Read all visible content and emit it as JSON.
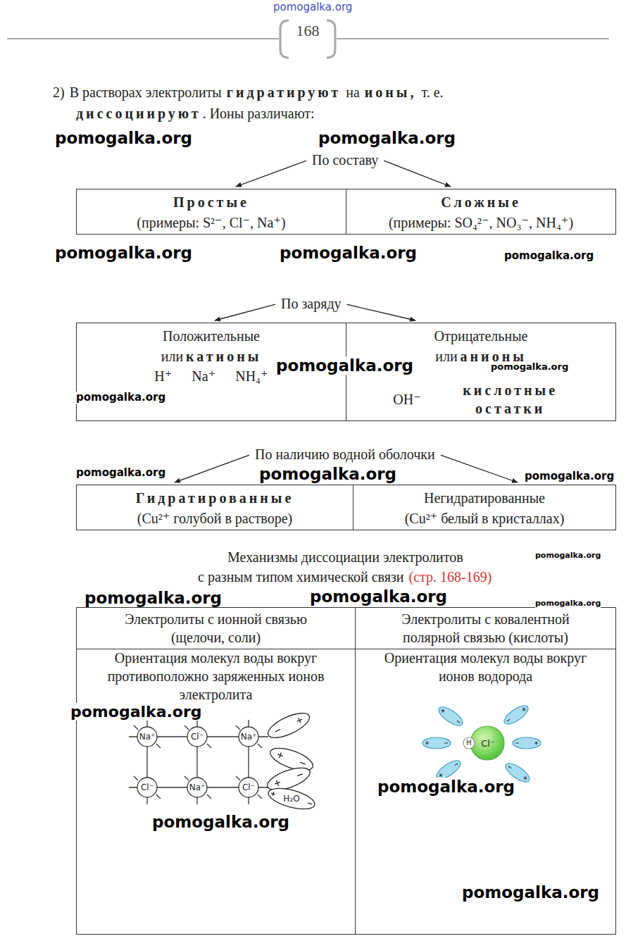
{
  "diagram": {
    "nodes": [
      {
        "text": [
          "По составу"
        ]
      },
      {
        "text": [
          "Простые",
          "(примеры: S²⁻, Cl⁻, Na⁺)"
        ]
      },
      {
        "text": [
          "Сложные",
          "(примеры: SO₄²⁻, NO₃⁻, NH₄⁺)"
        ]
      },
      {
        "text": [
          "По заряду"
        ]
      },
      {
        "text": [
          "Положительные",
          "или",
          "катионы",
          "H⁺",
          "Na⁺",
          "NH₄⁺"
        ]
      },
      {
        "text": [
          "Отрицательные",
          "или",
          "анионы",
          "OH⁻",
          "кислотные остатки"
        ]
      },
      {
        "text": [
          "По наличию водной оболочки"
        ]
      },
      {
        "text": [
          "Гидратированные",
          "(Cu²⁺ голубой в растворе)"
        ]
      },
      {
        "text": [
          "Негидратированные",
          "(Cu²⁺ белый в кристаллах)"
        ]
      },
      {
        "text": [
          "Электролиты с ионной связью (щелочи, соли)"
        ]
      },
      {
        "text": [
          "Электролиты с ковалентной полярной связью (кислоты)"
        ]
      },
      {
        "text": [
          "Ориентация молекул воды вокруг противоположно заряженных ионов электролита"
        ]
      },
      {
        "text": [
          "Ориентация молекул воды вокруг ионов водорода"
        ]
      }
    ],
    "edges": [
      {
        "from": 0,
        "to": 1,
        "arrow": "to"
      },
      {
        "from": 0,
        "to": 2,
        "arrow": "to"
      },
      {
        "from": 3,
        "to": 4,
        "arrow": "to"
      },
      {
        "from": 3,
        "to": 5,
        "arrow": "to"
      },
      {
        "from": 6,
        "to": 7,
        "arrow": "to"
      },
      {
        "from": 6,
        "to": 8,
        "arrow": "to"
      }
    ],
    "labels": [
      "pomogalka.org",
      "168",
      "2)",
      "В растворах электролиты",
      "гидратируют",
      "на",
      "ионы,",
      "т. е.",
      "диссоциируют",
      ". Ионы различают:",
      "Механизмы диссоциации электролитов",
      "с разным типом химической связи",
      "(стр. 168-169)",
      "Na⁺",
      "Cl⁻",
      "Na⁺",
      "Cl⁻",
      "Na⁺",
      "Cl⁻",
      "H₂O",
      "H",
      "Cl⁻",
      "pomogalka.org",
      "pomogalka.org",
      "pomogalka.org",
      "pomogalka.org",
      "pomogalka.org",
      "pomogalka.org",
      "pomogalka.org",
      "pomogalka.org",
      "pomogalka.org",
      "pomogalka.org",
      "pomogalka.org",
      "pomogalka.org",
      "pomogalka.org",
      "pomogalka.org",
      "pomogalka.org",
      "pomogalka.org",
      "pomogalka.org",
      "pomogalka.org",
      "pomogalka.org"
    ]
  }
}
